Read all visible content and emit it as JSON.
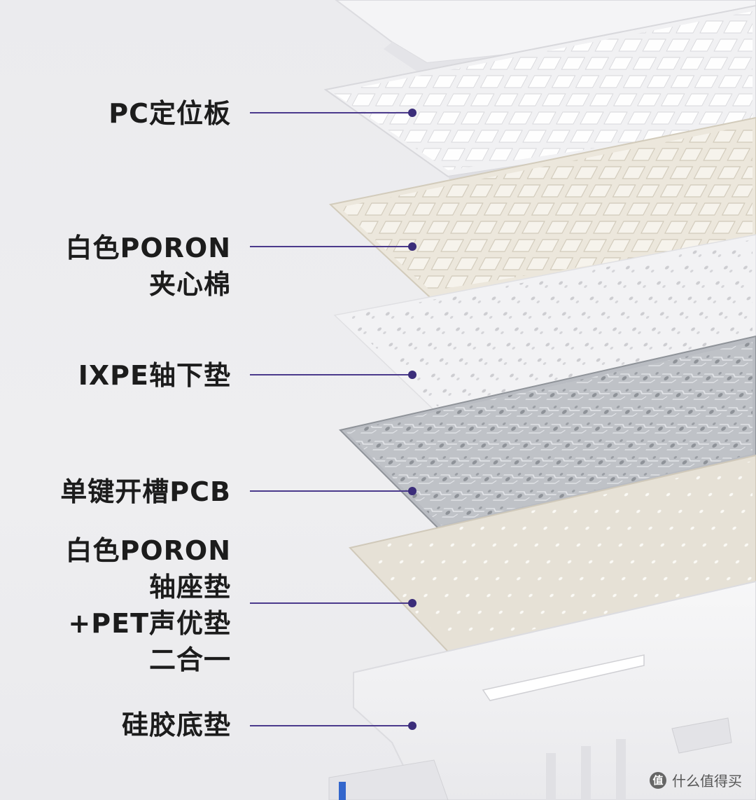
{
  "layers": [
    {
      "id": "pc-plate",
      "lines": [
        "PC定位板"
      ]
    },
    {
      "id": "poron-foam",
      "lines": [
        "白色PORON",
        "夹心棉"
      ]
    },
    {
      "id": "ixpe-pad",
      "lines": [
        "IXPE轴下垫"
      ]
    },
    {
      "id": "pcb",
      "lines": [
        "单键开槽PCB"
      ]
    },
    {
      "id": "poron-pet",
      "lines": [
        "白色PORON",
        "轴座垫",
        "+PET声优垫",
        "二合一"
      ]
    },
    {
      "id": "silicone-pad",
      "lines": [
        "硅胶底垫"
      ]
    }
  ],
  "colors": {
    "leader": "#4b3a8c",
    "dot": "#3b2d7a",
    "pcb": "#b9bcc2",
    "poron": "#e9e3d6"
  },
  "watermark": {
    "icon": "值",
    "text": "什么值得买"
  }
}
